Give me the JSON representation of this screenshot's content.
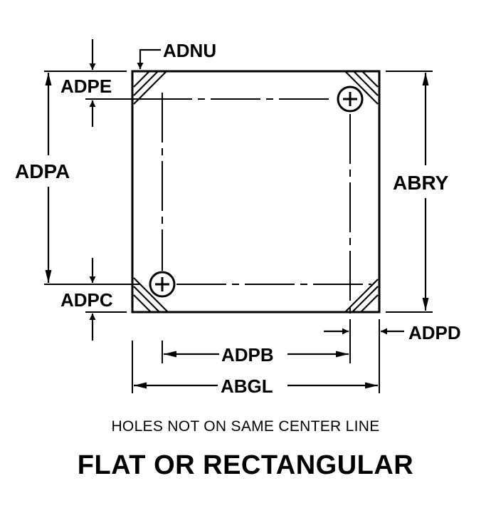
{
  "labels": {
    "adnu": "ADNU",
    "adpe": "ADPE",
    "adpa": "ADPA",
    "adpc": "ADPC",
    "adpb": "ADPB",
    "abgl": "ABGL",
    "abry": "ABRY",
    "adpd": "ADPD"
  },
  "caption": "HOLES NOT ON SAME CENTER LINE",
  "title": "FLAT OR RECTANGULAR"
}
